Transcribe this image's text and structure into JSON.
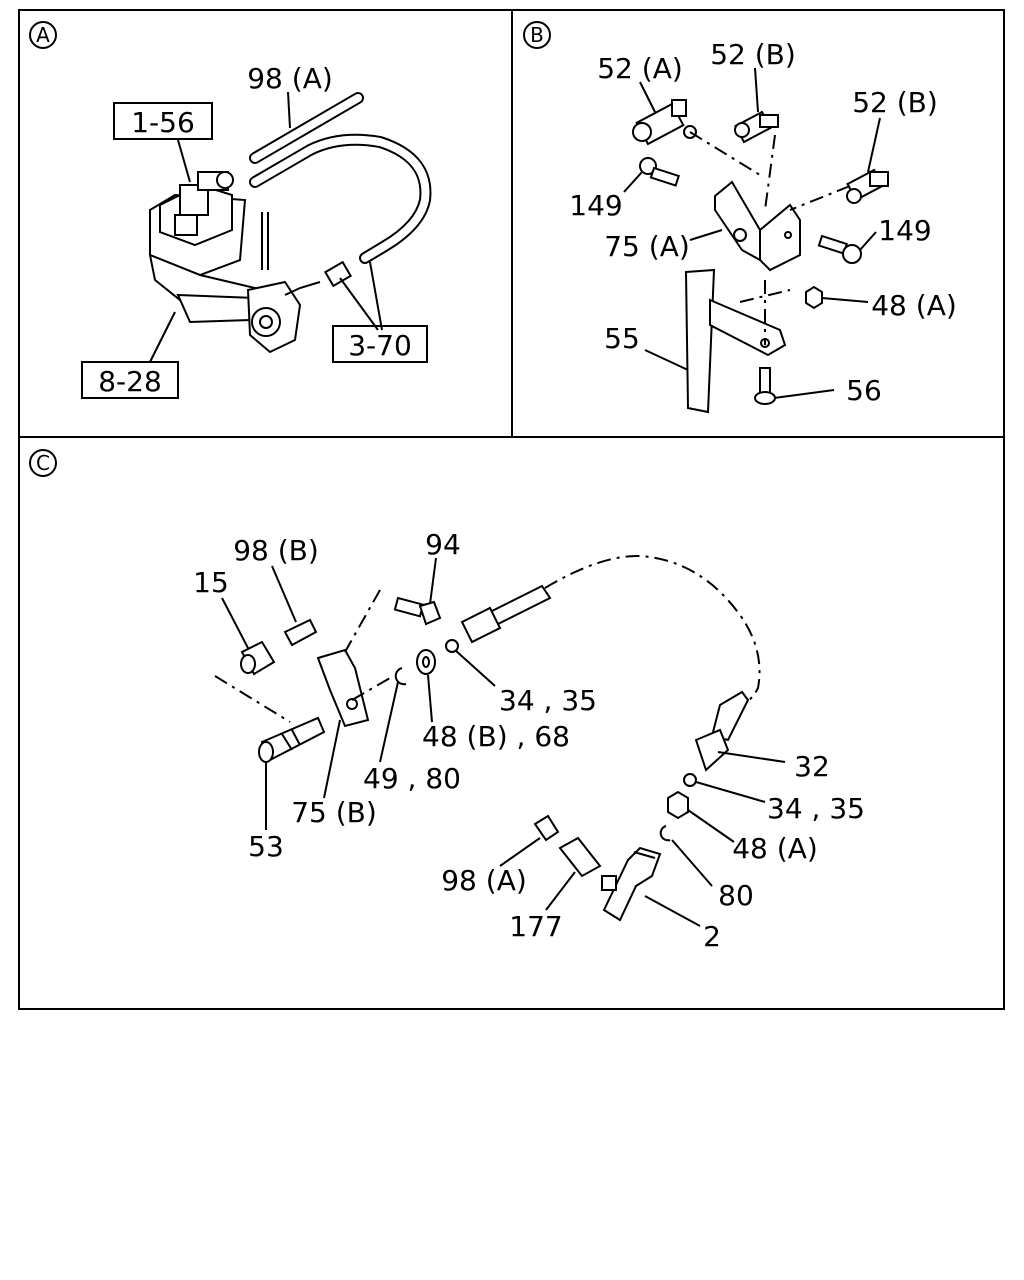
{
  "panels": {
    "a": {
      "badge": "A",
      "labels": {
        "pipe_top": "98 (A)",
        "ref_1_56": "1-56",
        "ref_3_70": "3-70",
        "ref_8_28": "8-28"
      }
    },
    "b": {
      "badge": "B",
      "labels": {
        "tee_a": "52 (A)",
        "tee_b1": "52 (B)",
        "tee_b2": "52 (B)",
        "bolt_l": "149",
        "bolt_r": "149",
        "bracket": "75 (A)",
        "nut": "48 (A)",
        "lever": "55",
        "screw": "56"
      }
    },
    "c": {
      "badge": "C",
      "labels": {
        "pin_b": "98 (B)",
        "sleeve": "15",
        "bolt": "94",
        "nut_34_35": "34 , 35",
        "washer_48b": "48 (B) , 68",
        "clip_49_80": "49 , 80",
        "bracket_75b": "75 (B)",
        "shaft_53": "53",
        "cable_32": "32",
        "nut2_34_35": "34 , 35",
        "washer_48a": "48 (A)",
        "clip_80": "80",
        "pin_98a": "98 (A)",
        "sleeve_177": "177",
        "lever_2": "2"
      }
    }
  }
}
